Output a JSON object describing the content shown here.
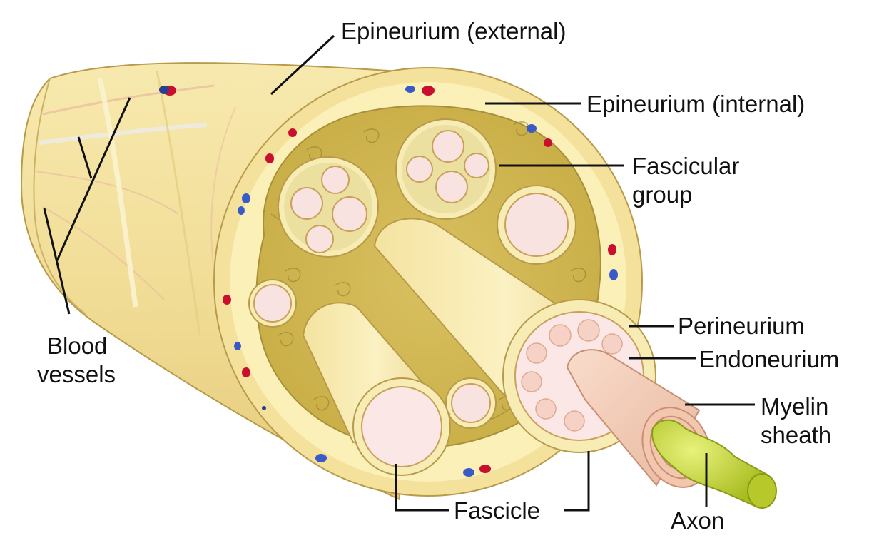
{
  "diagram": {
    "labels": {
      "epineurium_external": "Epineurium (external)",
      "epineurium_internal": "Epineurium (internal)",
      "fascicular_group_1": "Fascicular",
      "fascicular_group_2": "group",
      "perineurium": "Perineurium",
      "endoneurium": "Endoneurium",
      "myelin_sheath_1": "Myelin",
      "myelin_sheath_2": "sheath",
      "axon": "Axon",
      "fascicle": "Fascicle",
      "blood_vessels_1": "Blood",
      "blood_vessels_2": "vessels"
    },
    "colors": {
      "epineurium_outer": "#f6e7a6",
      "epineurium_shade": "#e8d38a",
      "epineurium_ring": "#fbf0b8",
      "stroma": "#d3ba55",
      "fascicle_body": "#f8eeb6",
      "endoneurium": "#fbe8e6",
      "axon_bead": "#f6d2c6",
      "myelin": "#f3cdb9",
      "axon": "#cfe04a",
      "artery": "#c8102e",
      "vein": "#3a5bc7",
      "leader_line": "#111111"
    },
    "icons": [
      "nerve-cross-section-illustration"
    ]
  }
}
